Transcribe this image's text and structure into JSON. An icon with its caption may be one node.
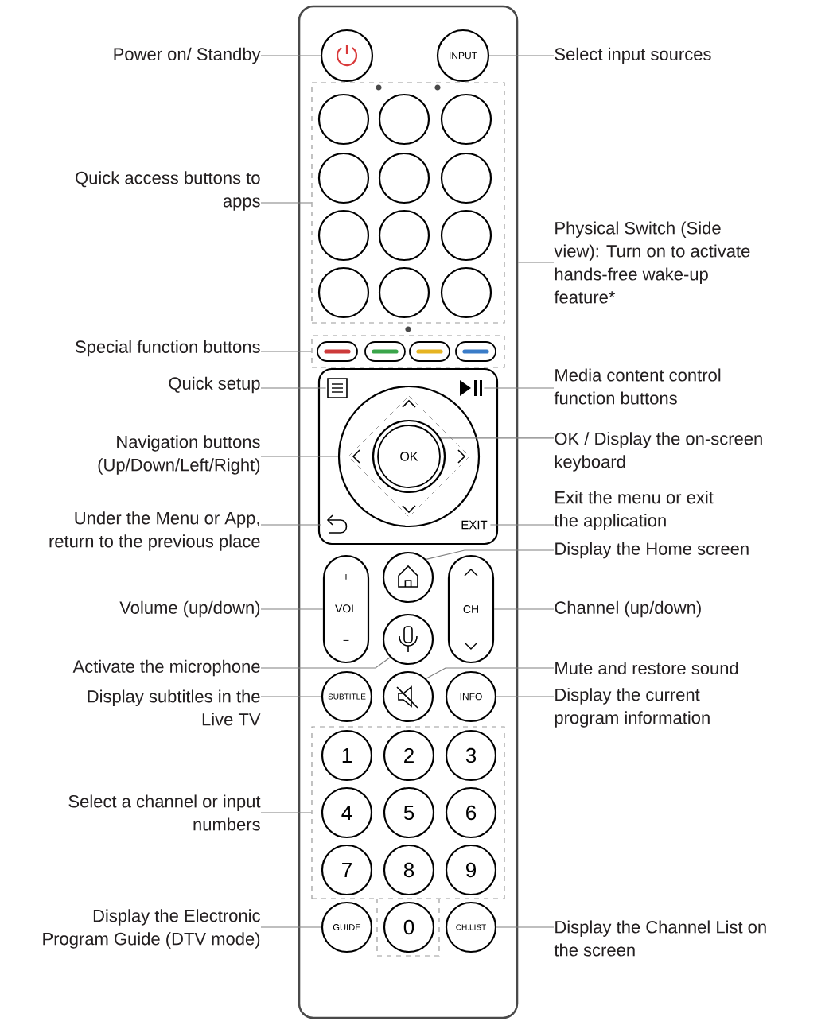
{
  "diagram": {
    "nodes": [
      {
        "text": [],
        "shape": "box"
      },
      {
        "text": [],
        "shape": "circle",
        "in": 0
      },
      {
        "text": [
          "INPUT"
        ],
        "in": 0
      },
      {
        "text": [],
        "shape": "box",
        "in": 0
      },
      {
        "text": [],
        "shape": "circle",
        "in": 3
      },
      {
        "text": [],
        "shape": "circle",
        "in": 3
      },
      {
        "text": [],
        "shape": "circle",
        "in": 3
      },
      {
        "text": [],
        "shape": "circle",
        "in": 3
      },
      {
        "text": [],
        "shape": "circle",
        "in": 3
      },
      {
        "text": [],
        "shape": "circle",
        "in": 3
      },
      {
        "text": [],
        "shape": "circle",
        "in": 3
      },
      {
        "text": [],
        "shape": "circle",
        "in": 3
      },
      {
        "text": [],
        "shape": "circle",
        "in": 3
      },
      {
        "text": [],
        "shape": "circle",
        "in": 3
      },
      {
        "text": [],
        "shape": "circle",
        "in": 3
      },
      {
        "text": [],
        "shape": "circle",
        "in": 3
      },
      {
        "text": [],
        "shape": "box",
        "in": 0
      },
      {
        "text": [],
        "shape": "bar",
        "in": 16
      },
      {
        "text": [],
        "shape": "bar",
        "in": 16
      },
      {
        "text": [],
        "shape": "bar",
        "in": 16
      },
      {
        "text": [],
        "shape": "bar",
        "in": 16
      },
      {
        "text": [],
        "shape": "box",
        "in": 0
      },
      {
        "text": [],
        "shape": "icon",
        "in": 21
      },
      {
        "text": [],
        "shape": "icon",
        "in": 21
      },
      {
        "text": [],
        "shape": "circle",
        "in": 21
      },
      {
        "text": [
          "OK"
        ],
        "in": 24
      },
      {
        "text": [],
        "shape": "icon",
        "in": 21
      },
      {
        "text": [
          "EXIT"
        ],
        "in": 21
      },
      {
        "text": [
          "+",
          "VOL",
          "−"
        ],
        "in": 0
      },
      {
        "text": [],
        "shape": "circle",
        "in": 0
      },
      {
        "text": [
          "CH"
        ],
        "in": 0
      },
      {
        "text": [],
        "shape": "circle",
        "in": 0
      },
      {
        "text": [
          "SUBTITLE"
        ],
        "in": 0
      },
      {
        "text": [],
        "shape": "circle",
        "in": 0
      },
      {
        "text": [
          "INFO"
        ],
        "in": 0
      },
      {
        "text": [],
        "shape": "box",
        "in": 0
      },
      {
        "text": [
          "1"
        ],
        "in": 35
      },
      {
        "text": [
          "2"
        ],
        "in": 35
      },
      {
        "text": [
          "3"
        ],
        "in": 35
      },
      {
        "text": [
          "4"
        ],
        "in": 35
      },
      {
        "text": [
          "5"
        ],
        "in": 35
      },
      {
        "text": [
          "6"
        ],
        "in": 35
      },
      {
        "text": [
          "7"
        ],
        "in": 35
      },
      {
        "text": [
          "8"
        ],
        "in": 35
      },
      {
        "text": [
          "9"
        ],
        "in": 35
      },
      {
        "text": [
          "GUIDE"
        ],
        "in": 0
      },
      {
        "text": [
          "0"
        ],
        "in": 0
      },
      {
        "text": [
          "CH.LIST"
        ],
        "in": 0
      },
      {
        "text": [
          "Power on/ Standby"
        ]
      },
      {
        "text": [
          "Quick access buttons to apps"
        ]
      },
      {
        "text": [
          "Special function buttons"
        ]
      },
      {
        "text": [
          "Quick setup"
        ]
      },
      {
        "text": [
          "Navigation buttons (Up/Down/Left/Right)"
        ]
      },
      {
        "text": [
          "Under the Menu or App, return to the previous place"
        ]
      },
      {
        "text": [
          "Volume (up/down)"
        ]
      },
      {
        "text": [
          "Activate the microphone"
        ]
      },
      {
        "text": [
          "Display subtitles in the Live TV"
        ]
      },
      {
        "text": [
          "Select a channel or input numbers"
        ]
      },
      {
        "text": [
          "Display the Electronic Program Guide (DTV mode)"
        ]
      },
      {
        "text": [
          "Select input sources"
        ]
      },
      {
        "text": [
          "Physical Switch (Side view): Turn on to activate hands-free wake-up feature*"
        ]
      },
      {
        "text": [
          "Media content control function buttons"
        ]
      },
      {
        "text": [
          "OK / Display the on-screen keyboard"
        ]
      },
      {
        "text": [
          "Exit the menu or exit the application"
        ]
      },
      {
        "text": [
          "Display the Home screen"
        ]
      },
      {
        "text": [
          "Channel (up/down)"
        ]
      },
      {
        "text": [
          "Mute and restore sound"
        ]
      },
      {
        "text": [
          "Display the current program information"
        ]
      },
      {
        "text": [
          "Display the Channel List on the screen"
        ]
      }
    ],
    "edges": [
      {
        "from": 48,
        "to": 1,
        "arrow": "none"
      },
      {
        "from": 49,
        "to": 3,
        "arrow": "none"
      },
      {
        "from": 50,
        "to": 16,
        "arrow": "none"
      },
      {
        "from": 51,
        "to": 22,
        "arrow": "none"
      },
      {
        "from": 52,
        "to": 24,
        "arrow": "none"
      },
      {
        "from": 53,
        "to": 26,
        "arrow": "none"
      },
      {
        "from": 54,
        "to": 28,
        "arrow": "none"
      },
      {
        "from": 55,
        "to": 31,
        "arrow": "none"
      },
      {
        "from": 56,
        "to": 32,
        "arrow": "none"
      },
      {
        "from": 57,
        "to": 35,
        "arrow": "none"
      },
      {
        "from": 58,
        "to": 45,
        "arrow": "none"
      },
      {
        "from": 59,
        "to": 2,
        "arrow": "none"
      },
      {
        "from": 60,
        "to": 0,
        "arrow": "none"
      },
      {
        "from": 61,
        "to": 23,
        "arrow": "none"
      },
      {
        "from": 62,
        "to": 25,
        "arrow": "none"
      },
      {
        "from": 63,
        "to": 27,
        "arrow": "none"
      },
      {
        "from": 64,
        "to": 29,
        "arrow": "none"
      },
      {
        "from": 65,
        "to": 30,
        "arrow": "none"
      },
      {
        "from": 66,
        "to": 33,
        "arrow": "none"
      },
      {
        "from": 67,
        "to": 34,
        "arrow": "none"
      },
      {
        "from": 68,
        "to": 47,
        "arrow": "none"
      }
    ]
  }
}
